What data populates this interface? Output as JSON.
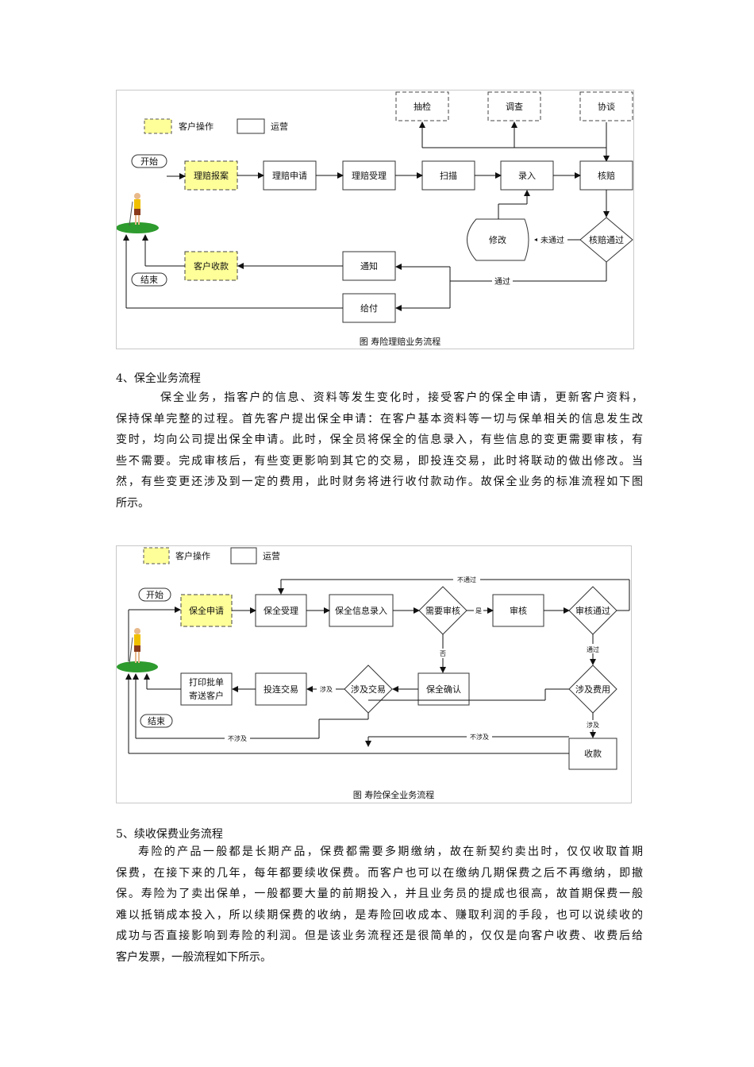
{
  "figure1": {
    "legend_customer": "客户操作",
    "legend_ops": "运营",
    "start": "开始",
    "end": "结束",
    "nodes": {
      "report": "理赔报案",
      "apply": "理赔申请",
      "accept": "理赔受理",
      "scan": "扫描",
      "entry": "录入",
      "assess": "核赔",
      "spot_check": "抽检",
      "survey": "调查",
      "negotiate": "协谈",
      "modify": "修改",
      "assess_pass": "核赔通过",
      "notify": "通知",
      "customer_receive": "客户收款",
      "pay": "给付"
    },
    "labels": {
      "not_pass": "未通过",
      "pass": "通过"
    },
    "caption": "图 寿险理赔业务流程"
  },
  "section4": {
    "title": "4、保全业务流程",
    "lines": [
      "保全业务，指客户的信息、资料等发生变化时，接受客户的保全申请，更新客户资料，",
      "保持保单完整的过程。首先客户提出保全申请：在客户基本资料等一切与保单相关的信息发生改",
      "变时，均向公司提出保全申请。此时，保全员将保全的信息录入，有些信息的变更需要审核，有",
      "些不需要。完成审核后，有些变更影响到其它的交易，即投连交易，此时将联动的做出修改。当",
      "然，有些变更还涉及到一定的费用，此时财务将进行收付款动作。故保全业务的标准流程如下图",
      "所示。"
    ]
  },
  "figure2": {
    "legend_customer": "客户操作",
    "legend_ops": "运营",
    "start": "开始",
    "end": "结束",
    "nodes": {
      "apply": "保全申请",
      "accept": "保全受理",
      "entry": "保全信息录入",
      "need_review": "需要审核",
      "review": "审核",
      "review_pass": "审核通过",
      "confirm": "保全确认",
      "involve_trade": "涉及交易",
      "linked_trade": "投连交易",
      "print_line1": "打印批单",
      "print_line2": "寄送客户",
      "involve_fee": "涉及费用",
      "collect": "收款"
    },
    "labels": {
      "not_pass": "不通过",
      "yes": "是",
      "no": "否",
      "pass": "通过",
      "involved": "涉及",
      "involved2": "涉及",
      "not_involved": "不涉及",
      "not_involved2": "不涉及"
    },
    "caption": "图 寿险保全业务流程"
  },
  "section5": {
    "title": "5、续收保费业务流程",
    "lines": [
      "寿险的产品一般都是长期产品，保费都需要多期缴纳，故在新契约卖出时，仅仅收取首期",
      "保费，在接下来的几年，每年都要续收保费。而客户也可以在缴纳几期保费之后不再缴纳，即撤",
      "保。寿险为了卖出保单，一般都要大量的前期投入，并且业务员的提成也很高，故首期保费一般",
      "难以抵销成本投入，所以续期保费的收纳，是寿险回收成本、赚取利润的手段，也可以说续收的",
      "成功与否直接影响到寿险的利润。但是该业务流程还是很简单的，仅仅是向客户收费、收费后给",
      "客户发票，一般流程如下所示。"
    ]
  }
}
